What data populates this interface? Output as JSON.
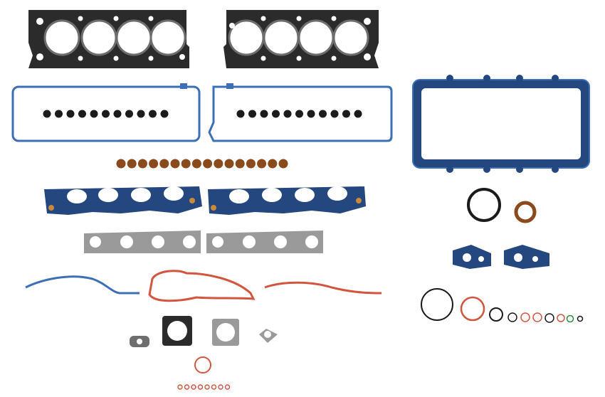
{
  "colors": {
    "background": "#ffffff",
    "steel": "#2b2b2b",
    "steel_light": "#6e6e6e",
    "blue_rubber": "#3d6fb8",
    "blue_dark": "#23477e",
    "bronze": "#8a4a1c",
    "seal_black": "#1b1b1b",
    "red_rubber": "#d4553e",
    "gray_plate": "#9a9a9a",
    "white": "#ffffff"
  },
  "parts": {
    "head_gaskets": 2,
    "valve_cover_gaskets": 2,
    "valve_stem_seals_per_cover": 11,
    "valve_stem_seals_loose": 16,
    "intake_gaskets": 2,
    "exhaust_gaskets": 2,
    "oil_pan_gasket": 1,
    "large_orings": 5,
    "small_orings_row": 8
  }
}
